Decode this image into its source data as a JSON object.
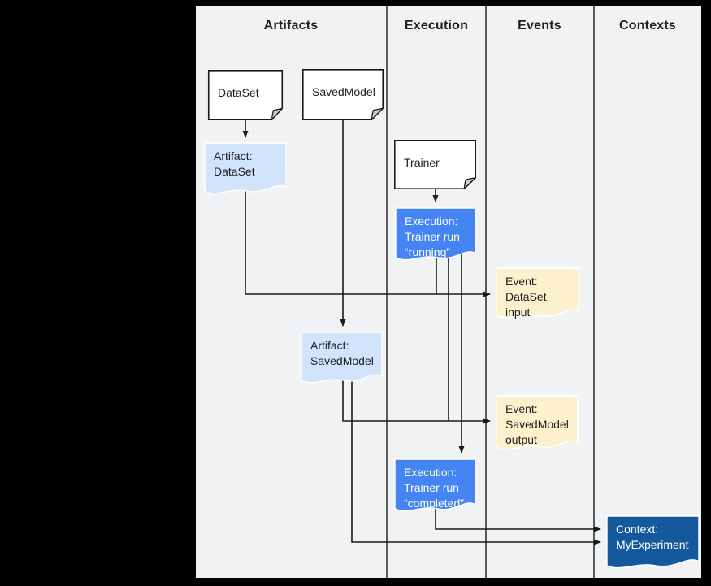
{
  "columns": [
    {
      "label": "Artifacts"
    },
    {
      "label": "Execution"
    },
    {
      "label": "Events"
    },
    {
      "label": "Contexts"
    }
  ],
  "nodes": {
    "dataset": {
      "label": "DataSet"
    },
    "savedmodel": {
      "label": "SavedModel"
    },
    "trainer": {
      "label": "Trainer"
    },
    "artifact_dataset": {
      "label": "Artifact:\nDataSet"
    },
    "execution_running": {
      "label": "Execution:\nTrainer run\n“running”"
    },
    "event_dataset_input": {
      "label": "Event:\nDataSet input"
    },
    "artifact_savedmodel": {
      "label": "Artifact:\nSavedModel"
    },
    "event_savedmodel_output": {
      "label": "Event:\nSavedModel\noutput"
    },
    "execution_completed": {
      "label": "Execution:\nTrainer run\n“completed”"
    },
    "context_myexperiment": {
      "label": "Context:\nMyExperiment"
    }
  },
  "colors": {
    "canvas_background": "#000000",
    "diagram_background": "#F1F2F4",
    "line": "#1A1A1A",
    "card_fill": "#FFFFFF",
    "card_fold": "#C8CCD0",
    "artifact_fill": "#D2E3FC",
    "execution_fill": "#4484F3",
    "event_fill": "#FCF1CC",
    "context_fill": "#15599D",
    "dark_text": "#202124",
    "light_text": "#FFFFFF"
  }
}
